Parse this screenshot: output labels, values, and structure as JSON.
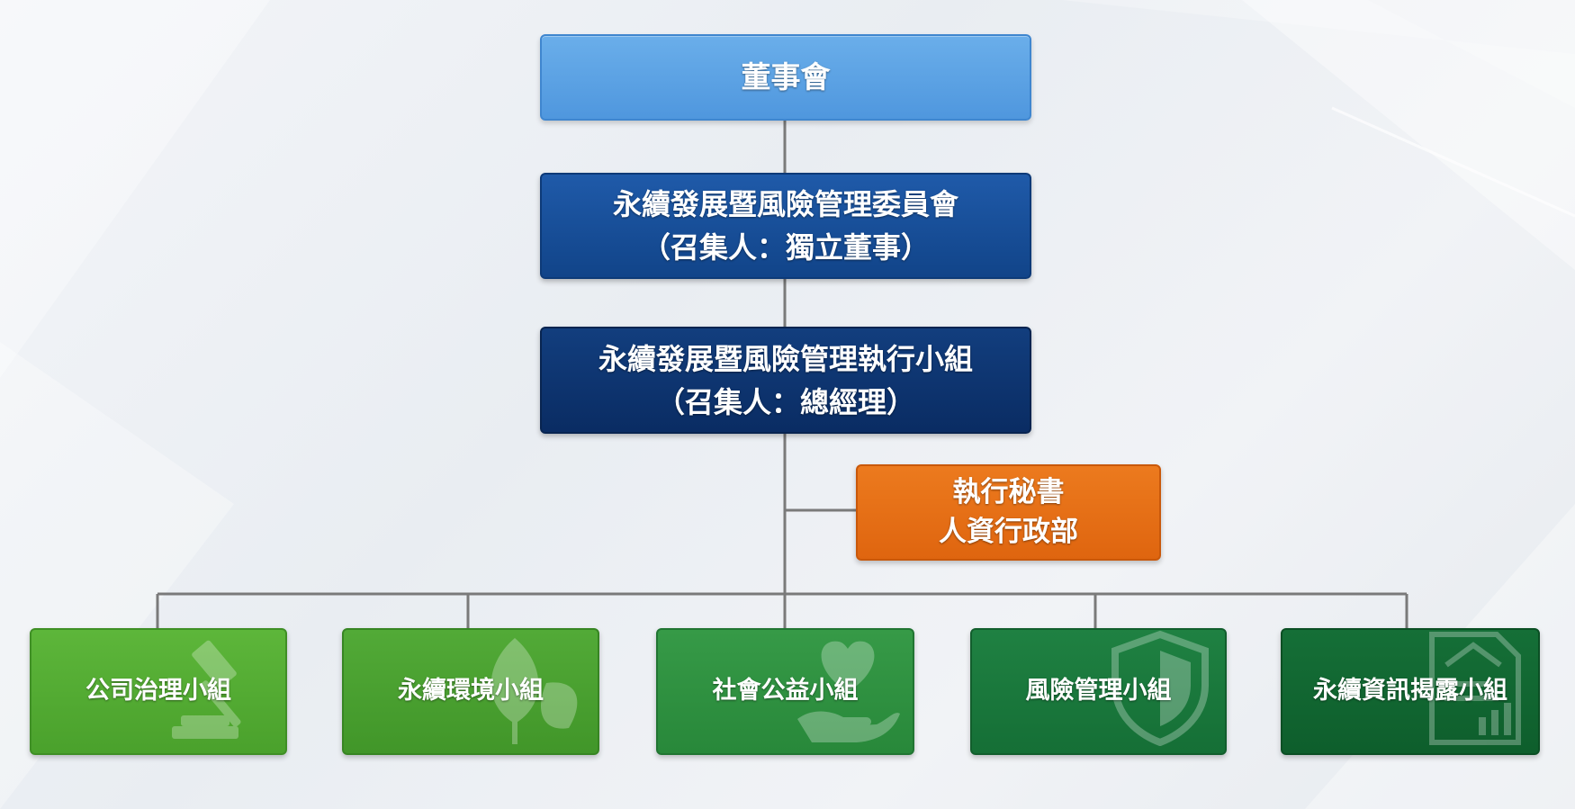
{
  "board": {
    "label": "董事會"
  },
  "committee": {
    "line1": "永續發展暨風險管理委員會",
    "line2": "（召集人：獨立董事）"
  },
  "executive_team": {
    "line1": "永續發展暨風險管理執行小組",
    "line2": "（召集人：總經理）"
  },
  "secretary": {
    "line1": "執行秘書",
    "line2": "人資行政部"
  },
  "groups": [
    {
      "label": "公司治理小組",
      "icon": "gavel-icon"
    },
    {
      "label": "永續環境小組",
      "icon": "leaf-icon"
    },
    {
      "label": "社會公益小組",
      "icon": "heart-hand-icon"
    },
    {
      "label": "風險管理小組",
      "icon": "shield-icon"
    },
    {
      "label": "永續資訊揭露小組",
      "icon": "report-icon"
    }
  ],
  "colors": {
    "board": "#5aa2e6",
    "committee": "#164e98",
    "executive_team": "#0c3470",
    "secretary": "#e56e14",
    "connector": "#7a7a7a"
  }
}
